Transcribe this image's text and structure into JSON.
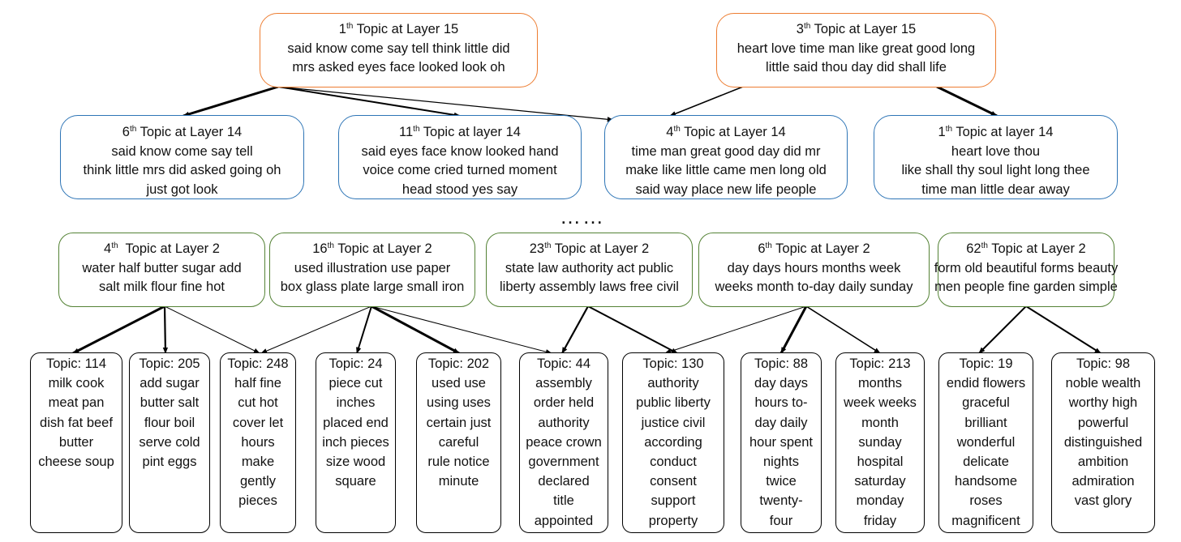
{
  "layer15": [
    {
      "ord": "1",
      "sup": "th",
      "rest": " Topic at Layer 15",
      "lines": [
        "said know come say tell think little did",
        "mrs asked eyes face looked look oh"
      ]
    },
    {
      "ord": "3",
      "sup": "th",
      "rest": " Topic at Layer 15",
      "lines": [
        "heart love time man like great good long",
        "little said thou day did shall life"
      ]
    }
  ],
  "layer14": [
    {
      "ord": "6",
      "sup": "th",
      "rest": " Topic at Layer 14",
      "lines": [
        "said know come say tell",
        "think little mrs did asked going oh",
        "just got look"
      ]
    },
    {
      "ord": "11",
      "sup": "th",
      "rest": " Topic at layer 14",
      "lines": [
        "said eyes face know looked hand",
        "voice come cried turned moment",
        "head stood yes say"
      ]
    },
    {
      "ord": "4",
      "sup": "th",
      "rest": " Topic at Layer 14",
      "lines": [
        "time man great good day did mr",
        "make like little came men long old",
        "said way place new life people"
      ]
    },
    {
      "ord": "1",
      "sup": "th",
      "rest": " Topic at layer 14",
      "lines": [
        "heart love thou",
        "like shall thy soul light long thee",
        "time man little dear away"
      ]
    }
  ],
  "ellipsis": "……",
  "layer2": [
    {
      "ord": "4",
      "sup": "th",
      "rest": "  Topic at Layer 2",
      "lines": [
        "water half butter sugar add",
        "salt milk flour fine hot"
      ]
    },
    {
      "ord": "16",
      "sup": "th",
      "rest": " Topic at Layer 2",
      "lines": [
        "used illustration use paper",
        "box glass plate large small iron"
      ]
    },
    {
      "ord": "23",
      "sup": "th",
      "rest": " Topic at Layer 2",
      "lines": [
        "state law authority act public",
        "liberty assembly laws free civil"
      ]
    },
    {
      "ord": "6",
      "sup": "th",
      "rest": " Topic at Layer 2",
      "lines": [
        "day days hours months week",
        "weeks month to-day daily sunday"
      ]
    },
    {
      "ord": "62",
      "sup": "th",
      "rest": " Topic at Layer 2",
      "lines": [
        "form old beautiful forms beauty",
        "men people fine garden simple"
      ]
    }
  ],
  "layer1": [
    {
      "title": "Topic: 114",
      "lines": [
        "milk cook",
        "meat pan",
        "dish fat beef",
        "butter",
        "cheese soup"
      ]
    },
    {
      "title": "Topic: 205",
      "lines": [
        "add sugar",
        "butter salt",
        "flour boil",
        "serve cold",
        "pint eggs"
      ]
    },
    {
      "title": "Topic: 248",
      "lines": [
        "half fine",
        "cut hot",
        "cover let",
        "hours",
        "make",
        "gently",
        "pieces"
      ]
    },
    {
      "title": "Topic: 24",
      "lines": [
        "piece cut",
        "inches",
        "placed end",
        "inch pieces",
        "size wood",
        "square"
      ]
    },
    {
      "title": "Topic: 202",
      "lines": [
        "used use",
        "using uses",
        "certain just",
        "careful",
        "rule notice",
        "minute"
      ]
    },
    {
      "title": "Topic: 44",
      "lines": [
        "assembly",
        "order held",
        "authority",
        "peace crown",
        "government",
        "declared",
        "title",
        "appointed"
      ]
    },
    {
      "title": "Topic: 130",
      "lines": [
        "authority",
        "public liberty",
        "justice civil",
        "according",
        "conduct",
        "consent",
        "support",
        "property"
      ]
    },
    {
      "title": "Topic: 88",
      "lines": [
        "day days",
        "hours to-",
        "day daily",
        "hour spent",
        "nights",
        "twice",
        "twenty-",
        "four"
      ]
    },
    {
      "title": "Topic: 213",
      "lines": [
        "months",
        "week weeks",
        "month",
        "sunday",
        "hospital",
        "saturday",
        "monday",
        "friday"
      ]
    },
    {
      "title": "Topic: 19",
      "lines": [
        "endid flowers",
        "graceful",
        "brilliant",
        "wonderful",
        "delicate",
        "handsome",
        "roses",
        "magnificent"
      ]
    },
    {
      "title": "Topic: 98",
      "lines": [
        "noble wealth",
        "worthy high",
        "powerful",
        "distinguished",
        "ambition",
        "admiration",
        "vast glory"
      ]
    }
  ],
  "colors": {
    "layer15": "#ED7D31",
    "layer14": "#2E75B6",
    "layer2": "#548235",
    "layer1": "#000000"
  }
}
